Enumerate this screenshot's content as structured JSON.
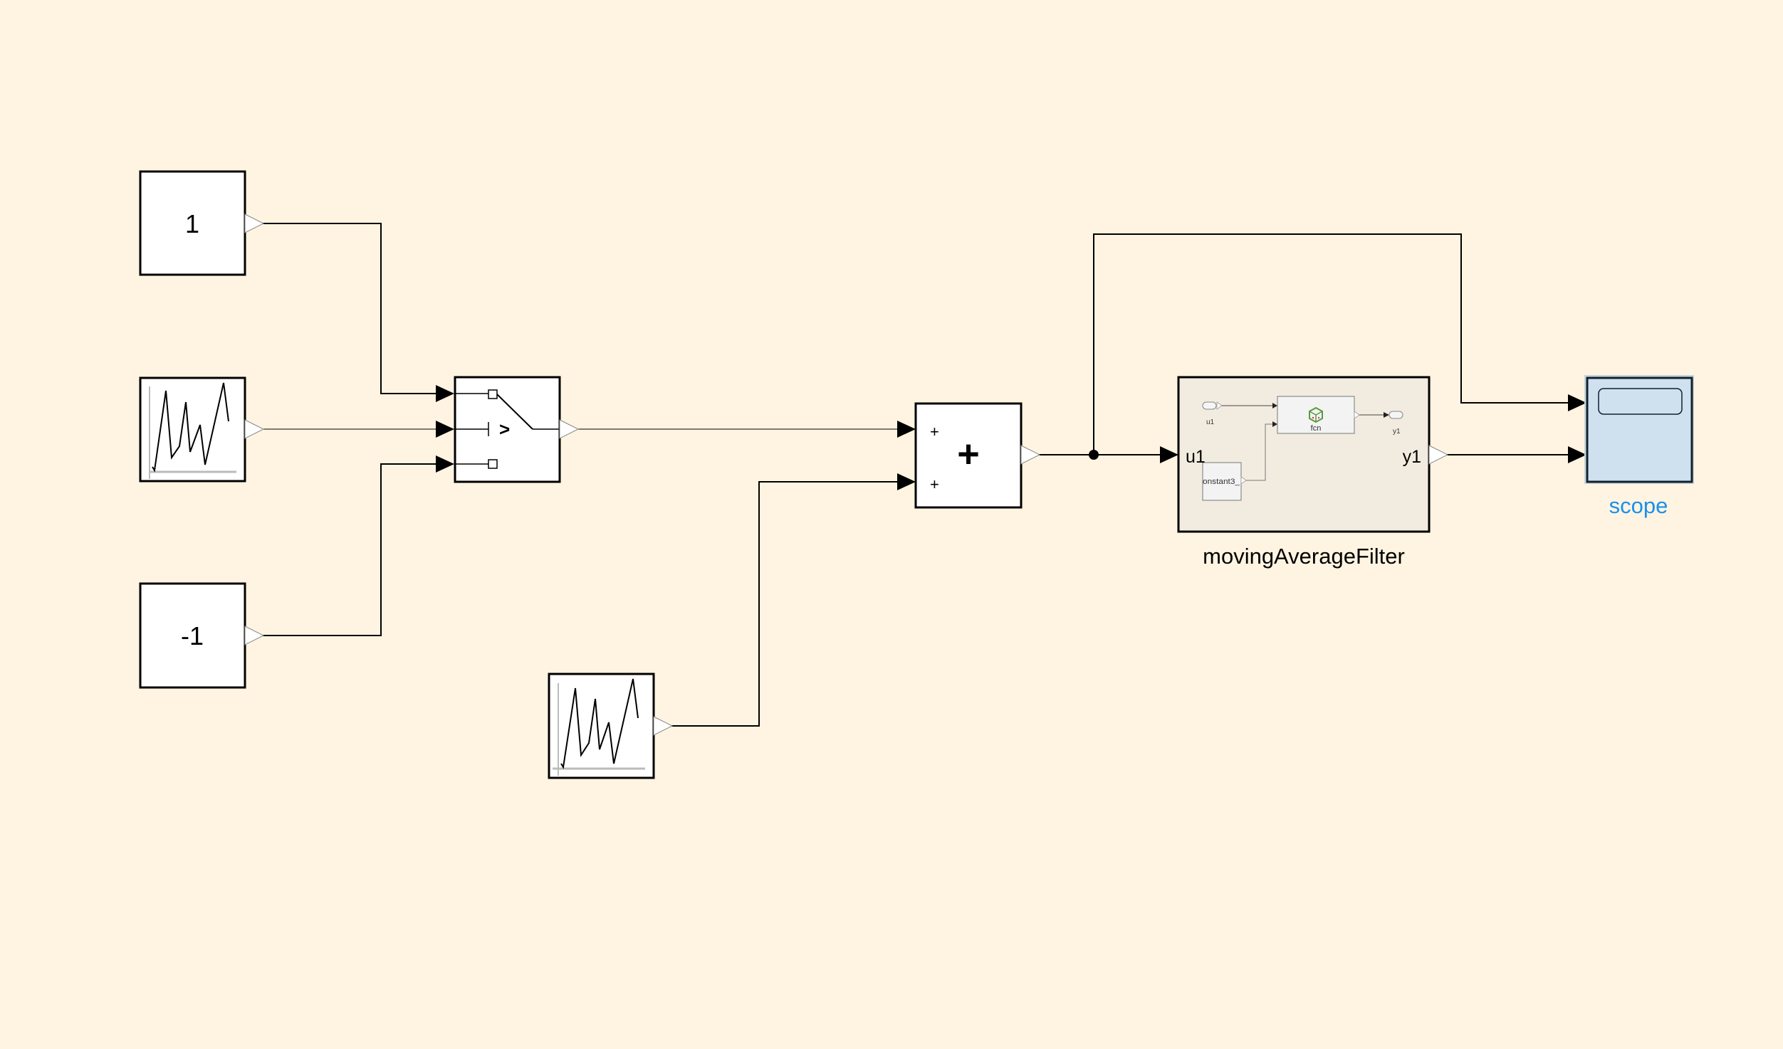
{
  "model": {
    "background_color": "#fef4e1",
    "blocks": {
      "constant_pos": {
        "value": "1"
      },
      "constant_neg": {
        "value": "-1"
      },
      "random_source_1": {
        "icon": "random-signal-icon"
      },
      "random_source_2": {
        "icon": "random-signal-icon"
      },
      "switch": {
        "threshold_symbol": ">",
        "icon": "switch-icon"
      },
      "sum": {
        "main_symbol": "+",
        "input_signs": [
          "+",
          "+"
        ]
      },
      "subsystem": {
        "name": "movingAverageFilter",
        "in_port_label": "u1",
        "out_port_label": "y1",
        "preview": {
          "inport_label": "u1",
          "outport_label": "y1",
          "function_label": "fcn",
          "constant_label": "onstant3_",
          "function_icon": "matlab-function-cube-icon"
        },
        "fill_color": "#f2ece0"
      },
      "scope": {
        "name": "scope",
        "name_color": "#1a90ec",
        "fill_color": "#cfe0ef",
        "icon": "scope-screen-icon"
      }
    }
  }
}
